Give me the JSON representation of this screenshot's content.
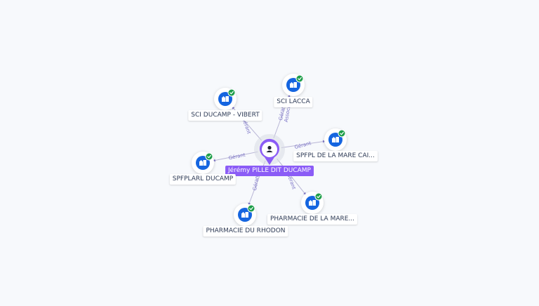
{
  "center": {
    "label": "Jérémy PILLE DIT DUCAMP",
    "icon": "person-icon",
    "color": "#8b5cf6"
  },
  "colors": {
    "company": "#1565e0",
    "check": "#1e9e4a",
    "edge": "#b9b6d6",
    "edge_text": "#7a72c6"
  },
  "companies": [
    {
      "id": "sci-lacca",
      "label": "SCI LACCA",
      "roles": [
        "Gérant",
        "Associé"
      ],
      "icon": "company-building-icon",
      "verified": true
    },
    {
      "id": "sci-ducamp-vibert",
      "label": "SCI DUCAMP - VIBERT",
      "roles": [
        "Gérant"
      ],
      "icon": "company-building-icon",
      "verified": true
    },
    {
      "id": "spfpl-de-la-mare",
      "label": "SPFPL DE LA MARE CAI...",
      "roles": [
        "Gérant"
      ],
      "icon": "company-building-icon",
      "verified": true
    },
    {
      "id": "spfplarl-ducamp",
      "label": "SPFPLARL DUCAMP",
      "roles": [
        "Gérant"
      ],
      "icon": "company-building-icon",
      "verified": true
    },
    {
      "id": "pharmacie-de-la-mare",
      "label": "PHARMACIE DE LA MARE...",
      "roles": [
        "Gérant"
      ],
      "icon": "company-building-icon",
      "verified": true
    },
    {
      "id": "pharmacie-du-rhodon",
      "label": "PHARMACIE DU RHODON",
      "roles": [
        "Gérant"
      ],
      "icon": "company-building-icon",
      "verified": true
    }
  ]
}
